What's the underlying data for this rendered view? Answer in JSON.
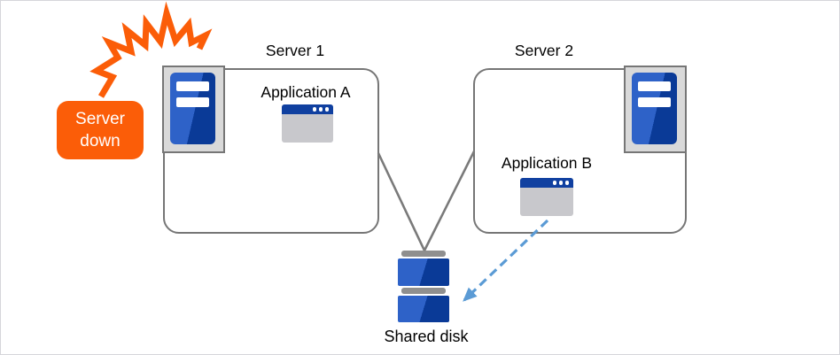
{
  "badge": {
    "text": "Server down",
    "line1": "Server",
    "line2": "down"
  },
  "servers": [
    {
      "name": "Server 1",
      "application": "Application A"
    },
    {
      "name": "Server 2",
      "application": "Application B"
    }
  ],
  "storage": {
    "label": "Shared disk"
  },
  "icons": {
    "burst": "crash-burst-icon",
    "server": "server-tower-icon",
    "application": "application-window-icon",
    "disk": "shared-disk-icon",
    "arrow": "dashed-access-arrow"
  },
  "colors": {
    "accent_orange": "#fb5d08",
    "connector_gray": "#7a7a7a",
    "box_border_gray": "#767676",
    "icon_bg_gray": "#d9d9d9",
    "tower_blue_light": "#2e62c8",
    "tower_blue_dark": "#0a3a97",
    "window_title_blue": "#1040a0",
    "window_body_gray": "#c8c8cc",
    "disk_bar_gray": "#8f8f8f",
    "arrow_blue": "#5b9bd5",
    "text_black": "#000000",
    "frame_border": "#d6d6da"
  }
}
